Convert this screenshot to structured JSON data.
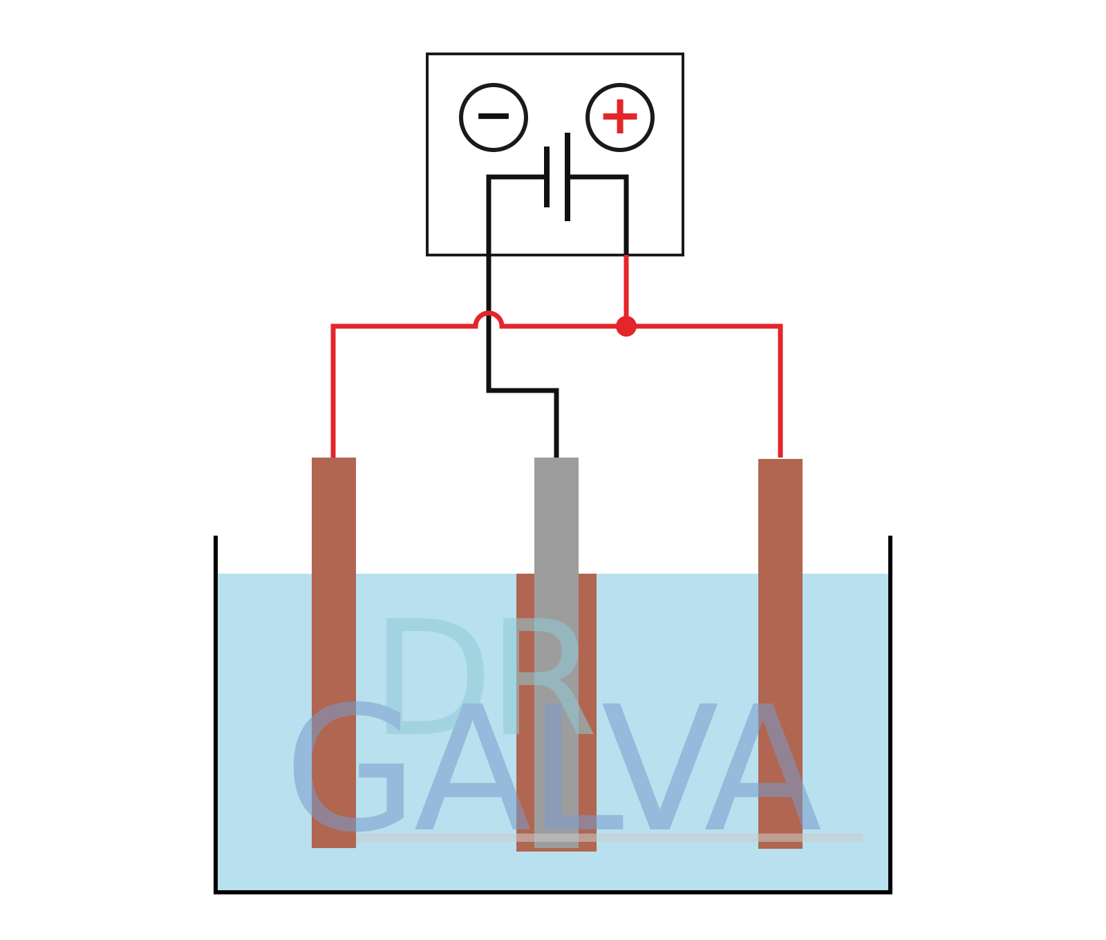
{
  "power_supply": {
    "negative_symbol": "−",
    "positive_symbol": "+",
    "negative_color": "#111111",
    "positive_color": "#e3262a"
  },
  "wires": {
    "negative_color": "#111111",
    "positive_color": "#e3262a"
  },
  "electrodes": [
    {
      "role": "anode-left",
      "material": "copper",
      "color": "#b06650"
    },
    {
      "role": "cathode-center",
      "material": "steel",
      "color": "#9e9d9e",
      "coating_color": "#b06650"
    },
    {
      "role": "anode-right",
      "material": "copper",
      "color": "#b06650"
    }
  ],
  "bath": {
    "solution_color": "#b8e0ee",
    "tank_color": "#000000"
  },
  "watermark": {
    "line1": "DR",
    "line2": "GALVA",
    "color_top": "#8fcbd6",
    "color_bottom": "#7b9ccc"
  }
}
